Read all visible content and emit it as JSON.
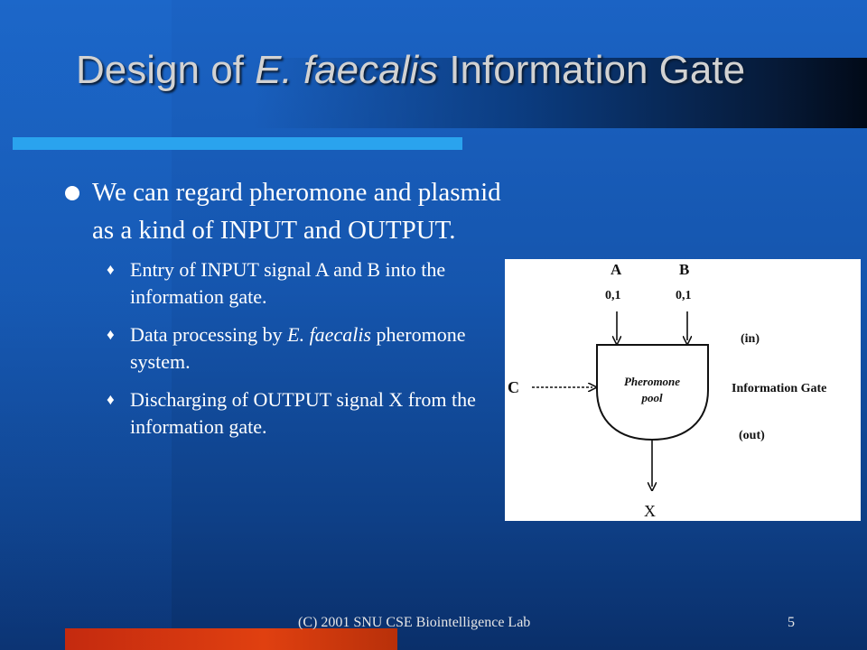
{
  "slide": {
    "title": {
      "part1": "Design of ",
      "italic": "E. faecalis",
      "part2": " Information Gate"
    },
    "bullet": "We can regard pheromone and plasmid as a kind of INPUT and OUTPUT.",
    "sub_bullets": [
      {
        "before": "Entry of INPUT signal A and B into the information gate.",
        "italic": "",
        "after": ""
      },
      {
        "before": "Data processing by ",
        "italic": "E. faecalis",
        "after": " pheromone system."
      },
      {
        "before": "Discharging of OUTPUT signal X from the information gate.",
        "italic": "",
        "after": ""
      }
    ],
    "diagram": {
      "input_a": "A",
      "input_b": "B",
      "input_a_values": "0,1",
      "input_b_values": "0,1",
      "input_c": "C",
      "in_label": "(in)",
      "out_label": "(out)",
      "gate_label": "Information Gate",
      "pool_line1": "Pheromone",
      "pool_line2": "pool",
      "output_x": "X"
    },
    "footer": "(C) 2001 SNU CSE Biointelligence Lab",
    "page_number": "5"
  }
}
